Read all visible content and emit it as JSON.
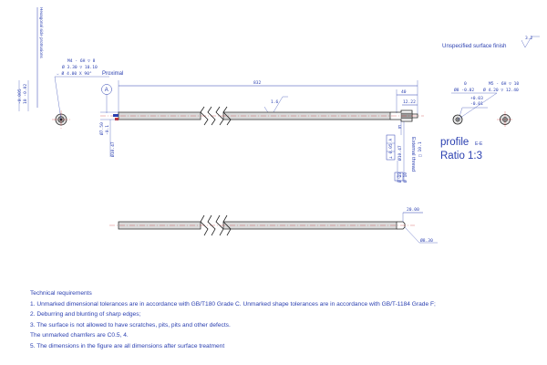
{
  "surface_finish": {
    "label": "Unspecified surface finish",
    "value": "3.2"
  },
  "left_view": {
    "vertical_note": "Hexagonal side protrusions",
    "dim_a": "-0.005",
    "dim_b": "10 -0.02",
    "thread": "M4 - 6H ▽ 8",
    "hole": "Ø 3.30 ▽ 10.10",
    "csk": "⌵ Ø 4.00 X 90°",
    "proximal": "Proximal"
  },
  "main_view": {
    "datum": "A",
    "overall_length": "832",
    "roughness": "1.6",
    "len_40": "40",
    "len_12": "12.22",
    "len_5": "5.28",
    "dia_left_a": "Ø7.50",
    "dia_left_b": "-0.1",
    "dia_left_c": "Ø10.47",
    "dia_right_a": "Ø10.47",
    "dia_right_b": "Ø 13",
    "dia_right_c": "Ø 10",
    "tol_box": "⊥ 0.05 A",
    "datum_e": "E",
    "square_note": "□ 10.1",
    "external_thread": "External thread"
  },
  "right_view": {
    "tol_a": "0",
    "tol_b": "Ø8 -0.02",
    "thread": "M5 - 6H ▽ 10",
    "hole": "Ø 4.20 ▽ 12.40",
    "tol_c": "+0.03",
    "tol_d": "-0.01"
  },
  "profile": {
    "title": "profile",
    "ref": "E-E",
    "ratio": "Ratio 1:3"
  },
  "lower_view": {
    "dim_top": "20.00",
    "dim_bottom": "Ø8.30"
  },
  "technical": {
    "heading": "Technical requirements",
    "items": [
      "1. Unmarked dimensional tolerances are in accordance with GB/T180 Grade C. Unmarked shape tolerances are in accordance with GB/T-1184 Grade F;",
      "2. Deburring and blunting of sharp edges;",
      "3. The surface is not allowed to have scratches, pits, pits and other defects.",
      "The unmarked chamfers are C0.5, 4.",
      "5. The dimensions in the figure are all dimensions after surface treatment"
    ]
  }
}
